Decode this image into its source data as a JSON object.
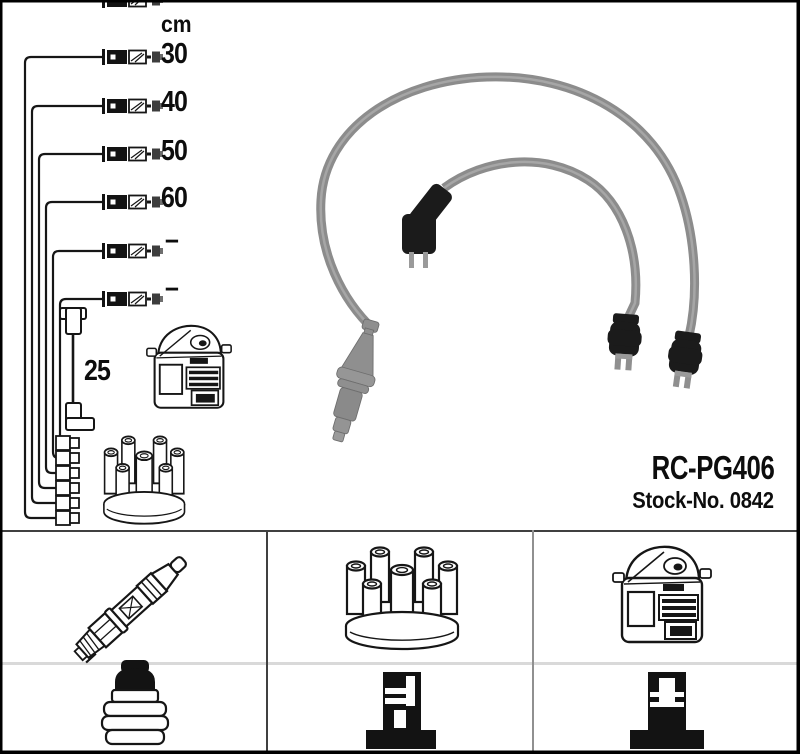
{
  "length_chart": {
    "unit_header": "cm",
    "cable_lengths": [
      "30",
      "40",
      "50",
      "60",
      "–",
      "–"
    ],
    "coil_cable_length": "25"
  },
  "part": {
    "code": "RC-PG406",
    "stock_number": "Stock-No. 0842"
  },
  "legend_icons": {
    "row1": [
      "spark-plug",
      "distributor-cap",
      "ignition-coil"
    ],
    "row2": [
      "spark-plug-terminal-nut",
      "coil-terminal",
      "distributor-terminal"
    ]
  },
  "palette": {
    "ink": "#141414",
    "cable_gray": "#8c8c8c",
    "cable_highlight": "#a6a6a6",
    "connector_black": "#1b1b1b",
    "boot_gray": "#8f8f8f",
    "grid_dark": "#404040",
    "grid_mid": "#909090",
    "grid_light": "#d9d9d9",
    "background": "#ffffff"
  }
}
